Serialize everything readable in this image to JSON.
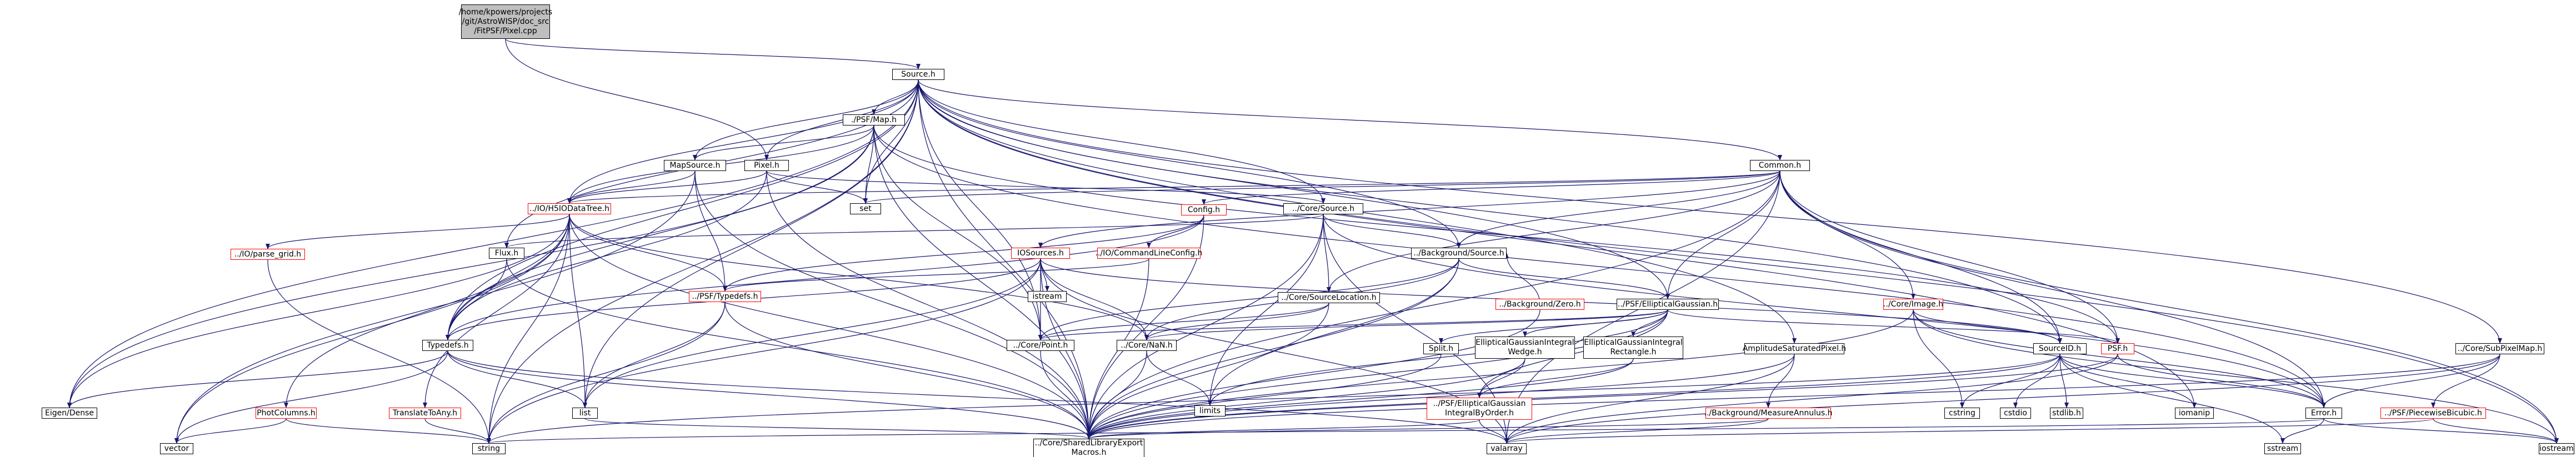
{
  "colors": {
    "edge": "#191970",
    "default_border": "#000000",
    "missing_border": "#ff0000",
    "root_fill": "#bfbfbf"
  },
  "nodes": {
    "root": {
      "label": "/home/kpowers/projects\n/git/AstroWISP/doc_src\n/FitPSF/Pixel.cpp",
      "style": "root"
    },
    "source": {
      "label": "Source.h",
      "style": "normal"
    },
    "psfmap": {
      "label": "./PSF/Map.h",
      "style": "normal"
    },
    "common": {
      "label": "Common.h",
      "style": "normal"
    },
    "mapsource": {
      "label": "MapSource.h",
      "style": "normal"
    },
    "pixel": {
      "label": "Pixel.h",
      "style": "normal"
    },
    "iohdf5": {
      "label": "../IO/H5IODataTree.h",
      "style": "red"
    },
    "set": {
      "label": "set",
      "style": "normal"
    },
    "coresource": {
      "label": "../Core/Source.h",
      "style": "normal"
    },
    "config": {
      "label": "Config.h",
      "style": "red"
    },
    "ioparsegrid": {
      "label": "../IO/parse_grid.h",
      "style": "red"
    },
    "fluxh": {
      "label": "Flux.h",
      "style": "normal"
    },
    "iocmdline": {
      "label": "../IO/CommandLineConfig.h",
      "style": "red"
    },
    "iosources": {
      "label": "IOSources.h",
      "style": "red"
    },
    "bgsource": {
      "label": "../Background/Source.h",
      "style": "normal"
    },
    "istream": {
      "label": "istream",
      "style": "normal"
    },
    "corelocation": {
      "label": "../Core/SourceLocation.h",
      "style": "normal"
    },
    "psftypedefs": {
      "label": "../PSF/Typedefs.h",
      "style": "red"
    },
    "bgzero": {
      "label": "../Background/Zero.h",
      "style": "red"
    },
    "psfelliptical": {
      "label": "../PSF/EllipticalGaussian.h",
      "style": "normal"
    },
    "coreimage": {
      "label": "../Core/Image.h",
      "style": "red"
    },
    "typedefs": {
      "label": "Typedefs.h",
      "style": "normal"
    },
    "corepoint": {
      "label": "../Core/Point.h",
      "style": "normal"
    },
    "corenan": {
      "label": "../Core/NaN.h",
      "style": "normal"
    },
    "splith": {
      "label": "Split.h",
      "style": "normal"
    },
    "ellwedge": {
      "label": "EllipticalGaussianIntegral\nWedge.h",
      "style": "normal"
    },
    "ellrect": {
      "label": "EllipticalGaussianIntegral\nRectangle.h",
      "style": "normal"
    },
    "ampsat": {
      "label": "AmplitudeSaturatedPixel.h",
      "style": "normal"
    },
    "sourceid": {
      "label": "SourceID.h",
      "style": "normal"
    },
    "psfh": {
      "label": "PSF.h",
      "style": "red"
    },
    "coresubpixel": {
      "label": "../Core/SubPixelMap.h",
      "style": "normal"
    },
    "photcolumns": {
      "label": "PhotColumns.h",
      "style": "red"
    },
    "translatetoany": {
      "label": "TranslateToAny.h",
      "style": "red"
    },
    "eigendense": {
      "label": "Eigen/Dense",
      "style": "normal"
    },
    "list": {
      "label": "list",
      "style": "normal"
    },
    "limits": {
      "label": "limits",
      "style": "normal"
    },
    "psfellorder": {
      "label": "../PSF/EllipticalGaussian\nIntegralByOrder.h",
      "style": "red"
    },
    "bgannulus": {
      "label": "../Background/MeasureAnnulus.h",
      "style": "red"
    },
    "cstring": {
      "label": "cstring",
      "style": "normal"
    },
    "cstdio": {
      "label": "cstdio",
      "style": "normal"
    },
    "stdlib": {
      "label": "stdlib.h",
      "style": "normal"
    },
    "iomanip": {
      "label": "iomanip",
      "style": "normal"
    },
    "errorh": {
      "label": "Error.h",
      "style": "normal"
    },
    "psfpiecewise": {
      "label": "../PSF/PiecewiseBicubic.h",
      "style": "red"
    },
    "vector": {
      "label": "vector",
      "style": "normal"
    },
    "string": {
      "label": "string",
      "style": "normal"
    },
    "sharedlib": {
      "label": "../Core/SharedLibraryExport\nMacros.h",
      "style": "normal"
    },
    "valarray": {
      "label": "valarray",
      "style": "normal"
    },
    "sstream": {
      "label": "sstream",
      "style": "normal"
    },
    "iostream": {
      "label": "iostream",
      "style": "normal"
    }
  },
  "edges": [
    [
      "root",
      "source"
    ],
    [
      "root",
      "pixel"
    ],
    [
      "source",
      "psfmap"
    ],
    [
      "source",
      "common"
    ],
    [
      "source",
      "mapsource"
    ],
    [
      "source",
      "pixel"
    ],
    [
      "source",
      "iohdf5"
    ],
    [
      "source",
      "set"
    ],
    [
      "source",
      "coresource"
    ],
    [
      "source",
      "fluxh"
    ],
    [
      "source",
      "bgsource"
    ],
    [
      "source",
      "psfelliptical"
    ],
    [
      "source",
      "typedefs"
    ],
    [
      "source",
      "corepoint"
    ],
    [
      "source",
      "ampsat"
    ],
    [
      "source",
      "sourceid"
    ],
    [
      "source",
      "coresubpixel"
    ],
    [
      "source",
      "eigendense"
    ],
    [
      "source",
      "list"
    ],
    [
      "source",
      "sharedlib"
    ],
    [
      "source",
      "iomanip"
    ],
    [
      "source",
      "iostream"
    ],
    [
      "source",
      "string"
    ],
    [
      "psfmap",
      "mapsource"
    ],
    [
      "psfmap",
      "iohdf5"
    ],
    [
      "psfmap",
      "set"
    ],
    [
      "psfmap",
      "corepoint"
    ],
    [
      "psfmap",
      "sharedlib"
    ],
    [
      "psfmap",
      "psfh"
    ],
    [
      "psfmap",
      "eigendense"
    ],
    [
      "psfmap",
      "errorh"
    ],
    [
      "psfmap",
      "typedefs"
    ],
    [
      "mapsource",
      "iohdf5"
    ],
    [
      "mapsource",
      "psftypedefs"
    ],
    [
      "mapsource",
      "sharedlib"
    ],
    [
      "mapsource",
      "vector"
    ],
    [
      "pixel",
      "set"
    ],
    [
      "pixel",
      "iohdf5"
    ],
    [
      "pixel",
      "coresource"
    ],
    [
      "pixel",
      "sharedlib"
    ],
    [
      "pixel",
      "typedefs"
    ],
    [
      "common",
      "set"
    ],
    [
      "common",
      "iohdf5"
    ],
    [
      "common",
      "config"
    ],
    [
      "common",
      "iosources"
    ],
    [
      "common",
      "bgsource"
    ],
    [
      "common",
      "psfelliptical"
    ],
    [
      "common",
      "coreimage"
    ],
    [
      "common",
      "sourceid"
    ],
    [
      "common",
      "psfh"
    ],
    [
      "common",
      "errorh"
    ],
    [
      "common",
      "valarray"
    ],
    [
      "common",
      "iostream"
    ],
    [
      "common",
      "sharedlib"
    ],
    [
      "common",
      "corelocation"
    ],
    [
      "iohdf5",
      "ioparsegrid"
    ],
    [
      "iohdf5",
      "typedefs"
    ],
    [
      "iohdf5",
      "psftypedefs"
    ],
    [
      "iohdf5",
      "photcolumns"
    ],
    [
      "iohdf5",
      "translatetoany"
    ],
    [
      "iohdf5",
      "eigendense"
    ],
    [
      "iohdf5",
      "list"
    ],
    [
      "iohdf5",
      "sharedlib"
    ],
    [
      "iohdf5",
      "corenan"
    ],
    [
      "iohdf5",
      "string"
    ],
    [
      "iohdf5",
      "vector"
    ],
    [
      "coresource",
      "corelocation"
    ],
    [
      "coresource",
      "bgsource"
    ],
    [
      "coresource",
      "sharedlib"
    ],
    [
      "coresource",
      "fluxh"
    ],
    [
      "coresource",
      "errorh"
    ],
    [
      "coresource",
      "valarray"
    ],
    [
      "coresource",
      "limits"
    ],
    [
      "config",
      "iocmdline"
    ],
    [
      "config",
      "typedefs"
    ],
    [
      "config",
      "psftypedefs"
    ],
    [
      "config",
      "sharedlib"
    ],
    [
      "ioparsegrid",
      "string"
    ],
    [
      "fluxh",
      "typedefs"
    ],
    [
      "fluxh",
      "sharedlib"
    ],
    [
      "iocmdline",
      "sharedlib"
    ],
    [
      "iocmdline",
      "psftypedefs"
    ],
    [
      "iosources",
      "typedefs"
    ],
    [
      "iosources",
      "corepoint"
    ],
    [
      "iosources",
      "corenan"
    ],
    [
      "iosources",
      "sourceid"
    ],
    [
      "iosources",
      "sharedlib"
    ],
    [
      "iosources",
      "string"
    ],
    [
      "iosources",
      "list"
    ],
    [
      "iosources",
      "istream"
    ],
    [
      "iosources",
      "valarray"
    ],
    [
      "bgsource",
      "corenan"
    ],
    [
      "bgsource",
      "sharedlib"
    ],
    [
      "bgsource",
      "corepoint"
    ],
    [
      "bgsource",
      "limits"
    ],
    [
      "bgsource",
      "psfelliptical"
    ],
    [
      "corelocation",
      "corepoint"
    ],
    [
      "corelocation",
      "sharedlib"
    ],
    [
      "corelocation",
      "corenan"
    ],
    [
      "psftypedefs",
      "list"
    ],
    [
      "psftypedefs",
      "string"
    ],
    [
      "psftypedefs",
      "sharedlib"
    ],
    [
      "bgzero",
      "bgsource"
    ],
    [
      "bgzero",
      "sharedlib"
    ],
    [
      "psfelliptical",
      "splith"
    ],
    [
      "psfelliptical",
      "ellwedge"
    ],
    [
      "psfelliptical",
      "ellrect"
    ],
    [
      "psfelliptical",
      "psfh"
    ],
    [
      "psfelliptical",
      "corepoint"
    ],
    [
      "psfelliptical",
      "psfellorder"
    ],
    [
      "psfelliptical",
      "sharedlib"
    ],
    [
      "psfelliptical",
      "limits"
    ],
    [
      "psfelliptical",
      "corenan"
    ],
    [
      "coreimage",
      "errorh"
    ],
    [
      "coreimage",
      "sharedlib"
    ],
    [
      "coreimage",
      "cstring"
    ],
    [
      "coreimage",
      "iostream"
    ],
    [
      "coreimage",
      "sourceid"
    ],
    [
      "typedefs",
      "eigendense"
    ],
    [
      "typedefs",
      "list"
    ],
    [
      "typedefs",
      "vector"
    ],
    [
      "typedefs",
      "sharedlib"
    ],
    [
      "typedefs",
      "valarray"
    ],
    [
      "corepoint",
      "sharedlib"
    ],
    [
      "corenan",
      "limits"
    ],
    [
      "corenan",
      "sharedlib"
    ],
    [
      "splith",
      "sharedlib"
    ],
    [
      "ellwedge",
      "psfellorder"
    ],
    [
      "ellrect",
      "psfellorder"
    ],
    [
      "ellwedge",
      "sharedlib"
    ],
    [
      "ellrect",
      "sharedlib"
    ],
    [
      "ampsat",
      "bgannulus"
    ],
    [
      "ampsat",
      "sharedlib"
    ],
    [
      "ampsat",
      "valarray"
    ],
    [
      "bgannulus",
      "valarray"
    ],
    [
      "bgannulus",
      "sharedlib"
    ],
    [
      "psfellorder",
      "sharedlib"
    ],
    [
      "psfellorder",
      "valarray"
    ],
    [
      "sourceid",
      "cstring"
    ],
    [
      "sourceid",
      "cstdio"
    ],
    [
      "sourceid",
      "stdlib"
    ],
    [
      "sourceid",
      "iomanip"
    ],
    [
      "sourceid",
      "errorh"
    ],
    [
      "sourceid",
      "sharedlib"
    ],
    [
      "sourceid",
      "sstream"
    ],
    [
      "sourceid",
      "string"
    ],
    [
      "psfh",
      "errorh"
    ],
    [
      "psfh",
      "sharedlib"
    ],
    [
      "psfh",
      "valarray"
    ],
    [
      "coresubpixel",
      "errorh"
    ],
    [
      "coresubpixel",
      "sharedlib"
    ],
    [
      "coresubpixel",
      "valarray"
    ],
    [
      "coresubpixel",
      "psfpiecewise"
    ],
    [
      "errorh",
      "sstream"
    ],
    [
      "errorh",
      "iostream"
    ],
    [
      "errorh",
      "string"
    ],
    [
      "psfpiecewise",
      "iostream"
    ],
    [
      "psfpiecewise",
      "valarray"
    ],
    [
      "photcolumns",
      "string"
    ],
    [
      "photcolumns",
      "vector"
    ],
    [
      "translatetoany",
      "string"
    ],
    [
      "list",
      "sharedlib"
    ]
  ]
}
